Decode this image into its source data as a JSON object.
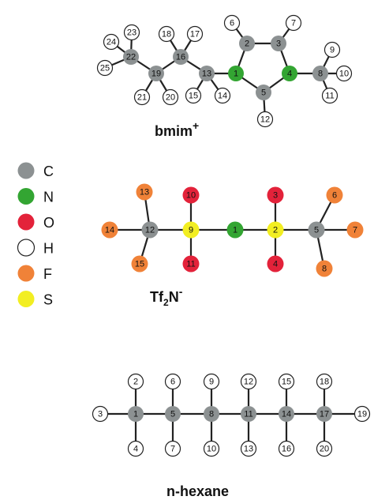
{
  "colors": {
    "C": "#8c9192",
    "N": "#33a532",
    "O": "#e3223a",
    "H": "#ffffff",
    "F": "#f08238",
    "S": "#f2ee22",
    "bond": "#222222",
    "stroke": "#222222"
  },
  "legend": [
    {
      "element": "C",
      "label": "C"
    },
    {
      "element": "N",
      "label": "N"
    },
    {
      "element": "O",
      "label": "O"
    },
    {
      "element": "H",
      "label": "H"
    },
    {
      "element": "F",
      "label": "F"
    },
    {
      "element": "S",
      "label": "S"
    }
  ],
  "molecules": [
    {
      "id": "bmim",
      "title_main": "bmim",
      "title_sup": "+",
      "atoms": [
        {
          "n": 1,
          "el": "N"
        },
        {
          "n": 2,
          "el": "C"
        },
        {
          "n": 3,
          "el": "C"
        },
        {
          "n": 4,
          "el": "N"
        },
        {
          "n": 5,
          "el": "C"
        },
        {
          "n": 6,
          "el": "H"
        },
        {
          "n": 7,
          "el": "H"
        },
        {
          "n": 8,
          "el": "C"
        },
        {
          "n": 9,
          "el": "H"
        },
        {
          "n": 10,
          "el": "H"
        },
        {
          "n": 11,
          "el": "H"
        },
        {
          "n": 12,
          "el": "H"
        },
        {
          "n": 13,
          "el": "C"
        },
        {
          "n": 14,
          "el": "H"
        },
        {
          "n": 15,
          "el": "H"
        },
        {
          "n": 16,
          "el": "C"
        },
        {
          "n": 17,
          "el": "H"
        },
        {
          "n": 18,
          "el": "H"
        },
        {
          "n": 19,
          "el": "C"
        },
        {
          "n": 20,
          "el": "H"
        },
        {
          "n": 21,
          "el": "H"
        },
        {
          "n": 22,
          "el": "C"
        },
        {
          "n": 23,
          "el": "H"
        },
        {
          "n": 24,
          "el": "H"
        },
        {
          "n": 25,
          "el": "H"
        }
      ],
      "bonds": [
        [
          1,
          2
        ],
        [
          2,
          3
        ],
        [
          3,
          4
        ],
        [
          4,
          5
        ],
        [
          5,
          1
        ],
        [
          2,
          6
        ],
        [
          3,
          7
        ],
        [
          4,
          8
        ],
        [
          8,
          9
        ],
        [
          8,
          10
        ],
        [
          8,
          11
        ],
        [
          5,
          12
        ],
        [
          1,
          13
        ],
        [
          13,
          14
        ],
        [
          13,
          15
        ],
        [
          13,
          16
        ],
        [
          16,
          17
        ],
        [
          16,
          18
        ],
        [
          16,
          19
        ],
        [
          19,
          20
        ],
        [
          19,
          21
        ],
        [
          19,
          22
        ],
        [
          22,
          23
        ],
        [
          22,
          24
        ],
        [
          22,
          25
        ]
      ]
    },
    {
      "id": "tf2n",
      "title_main": "Tf",
      "title_sub": "2",
      "title_rest": "N",
      "title_sup": "-",
      "atoms": [
        {
          "n": 1,
          "el": "N"
        },
        {
          "n": 2,
          "el": "S"
        },
        {
          "n": 3,
          "el": "O"
        },
        {
          "n": 4,
          "el": "O"
        },
        {
          "n": 5,
          "el": "C"
        },
        {
          "n": 6,
          "el": "F"
        },
        {
          "n": 7,
          "el": "F"
        },
        {
          "n": 8,
          "el": "F"
        },
        {
          "n": 9,
          "el": "S"
        },
        {
          "n": 10,
          "el": "O"
        },
        {
          "n": 11,
          "el": "O"
        },
        {
          "n": 12,
          "el": "C"
        },
        {
          "n": 13,
          "el": "F"
        },
        {
          "n": 14,
          "el": "F"
        },
        {
          "n": 15,
          "el": "F"
        }
      ],
      "bonds": [
        [
          9,
          1
        ],
        [
          1,
          2
        ],
        [
          2,
          3
        ],
        [
          2,
          4
        ],
        [
          2,
          5
        ],
        [
          5,
          6
        ],
        [
          5,
          7
        ],
        [
          5,
          8
        ],
        [
          9,
          10
        ],
        [
          9,
          11
        ],
        [
          9,
          12
        ],
        [
          12,
          13
        ],
        [
          12,
          14
        ],
        [
          12,
          15
        ]
      ]
    },
    {
      "id": "hexane",
      "title_main": "n-hexane",
      "atoms": [
        {
          "n": 1,
          "el": "C"
        },
        {
          "n": 2,
          "el": "H"
        },
        {
          "n": 3,
          "el": "H"
        },
        {
          "n": 4,
          "el": "H"
        },
        {
          "n": 5,
          "el": "C"
        },
        {
          "n": 6,
          "el": "H"
        },
        {
          "n": 7,
          "el": "H"
        },
        {
          "n": 8,
          "el": "C"
        },
        {
          "n": 9,
          "el": "H"
        },
        {
          "n": 10,
          "el": "H"
        },
        {
          "n": 11,
          "el": "C"
        },
        {
          "n": 12,
          "el": "H"
        },
        {
          "n": 13,
          "el": "H"
        },
        {
          "n": 14,
          "el": "C"
        },
        {
          "n": 15,
          "el": "H"
        },
        {
          "n": 16,
          "el": "H"
        },
        {
          "n": 17,
          "el": "C"
        },
        {
          "n": 18,
          "el": "H"
        },
        {
          "n": 19,
          "el": "H"
        },
        {
          "n": 20,
          "el": "H"
        }
      ],
      "bonds": [
        [
          1,
          5
        ],
        [
          5,
          8
        ],
        [
          8,
          11
        ],
        [
          11,
          14
        ],
        [
          14,
          17
        ],
        [
          1,
          2
        ],
        [
          1,
          3
        ],
        [
          1,
          4
        ],
        [
          5,
          6
        ],
        [
          5,
          7
        ],
        [
          8,
          9
        ],
        [
          8,
          10
        ],
        [
          11,
          12
        ],
        [
          11,
          13
        ],
        [
          14,
          15
        ],
        [
          14,
          16
        ],
        [
          17,
          18
        ],
        [
          17,
          19
        ],
        [
          17,
          20
        ]
      ]
    }
  ]
}
